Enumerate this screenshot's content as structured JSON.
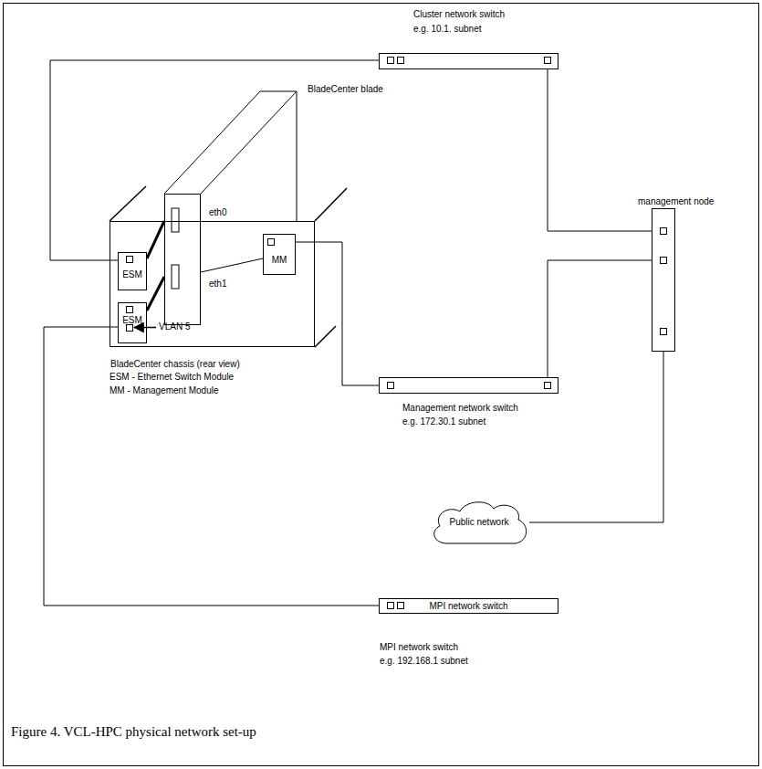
{
  "diagram": {
    "caption": "Figure 4. VCL-HPC physical network set-up",
    "nodes": [
      {
        "text": [
          "Cluster network switch",
          "e.g. 10.1. subnet"
        ]
      },
      {
        "text": [
          "BladeCenter blade",
          "eth0",
          "eth1"
        ]
      },
      {
        "text": [
          "BladeCenter chassis (rear view)"
        ]
      },
      {
        "text": [
          "ESM"
        ],
        "in": 2
      },
      {
        "text": [
          "MM"
        ],
        "in": 2
      },
      {
        "text": [
          "ESM"
        ],
        "in": 2
      },
      {
        "text": [
          "management node"
        ]
      },
      {
        "text": [
          "Management network switch",
          "e.g. 172.30.1 subnet"
        ]
      },
      {
        "text": [
          "Public network"
        ]
      },
      {
        "text": [
          "MPI network switch",
          "MPI network switch",
          "e.g. 192.168.1 subnet"
        ]
      }
    ],
    "edges": [
      {
        "from": 3,
        "to": 0,
        "arrow": "none"
      },
      {
        "from": 0,
        "to": 6,
        "arrow": "none"
      },
      {
        "from": 1,
        "to": 3,
        "arrow": "none"
      },
      {
        "from": 1,
        "to": 5,
        "arrow": "none"
      },
      {
        "from": 1,
        "to": 4,
        "arrow": "none"
      },
      {
        "from": 4,
        "to": 7,
        "arrow": "none"
      },
      {
        "from": 7,
        "to": 6,
        "arrow": "none"
      },
      {
        "from": 5,
        "to": 9,
        "arrow": "none"
      },
      {
        "from": 6,
        "to": 8,
        "arrow": "none"
      }
    ],
    "labels": [
      "ESM - Ethernet Switch Module",
      "MM - Management Module",
      "VLAN 5"
    ]
  }
}
